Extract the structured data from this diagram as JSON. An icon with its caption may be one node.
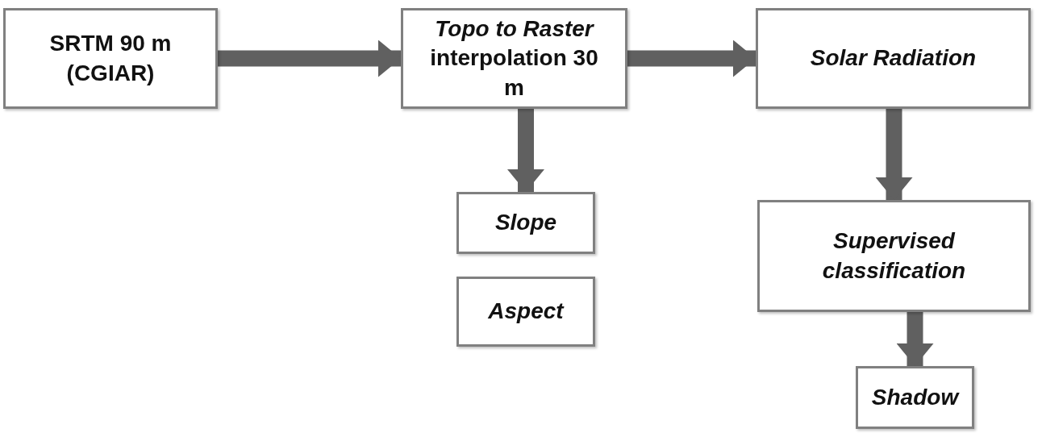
{
  "diagram": {
    "nodes": [
      {
        "text": [
          "SRTM 90 m (CGIAR)"
        ]
      },
      {
        "text": [
          "*Topo to Raster* interpolation 30 m"
        ]
      },
      {
        "text": [
          "Solar Radiation"
        ]
      },
      {
        "text": [
          "Slope"
        ]
      },
      {
        "text": [
          "Aspect"
        ]
      },
      {
        "text": [
          "Supervised classification"
        ]
      },
      {
        "text": [
          "Shadow"
        ]
      }
    ],
    "edges": [
      {
        "from": 0,
        "to": 1,
        "arrow": "to"
      },
      {
        "from": 1,
        "to": 2,
        "arrow": "to"
      },
      {
        "from": 1,
        "to": 3,
        "arrow": "to"
      },
      {
        "from": 2,
        "to": 5,
        "arrow": "to"
      },
      {
        "from": 5,
        "to": 6,
        "arrow": "to"
      }
    ]
  }
}
